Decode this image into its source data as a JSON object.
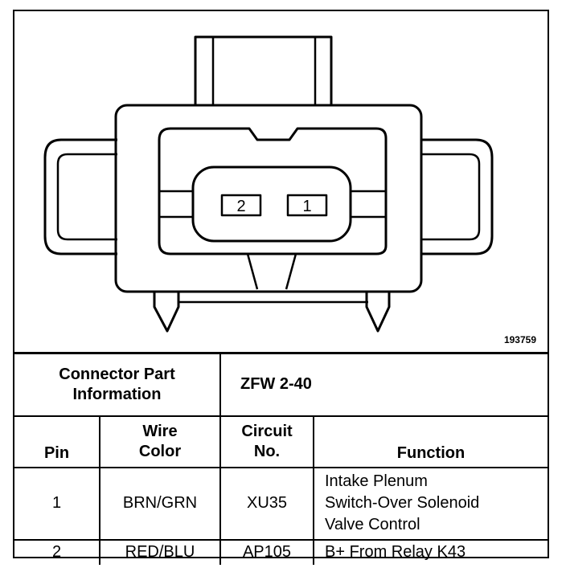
{
  "figure_id": "193759",
  "connector": {
    "pin_labels": [
      "2",
      "1"
    ]
  },
  "table": {
    "part_info_label": "Connector Part\nInformation",
    "part_info_value": "ZFW 2-40",
    "headers": {
      "pin": "Pin",
      "wire_color": "Wire\nColor",
      "circuit": "Circuit\nNo.",
      "function": "Function"
    },
    "rows": [
      {
        "pin": "1",
        "wire_color": "BRN/GRN",
        "circuit": "XU35",
        "function": "Intake Plenum\nSwitch-Over Solenoid\nValve Control"
      },
      {
        "pin": "2",
        "wire_color": "RED/BLU",
        "circuit": "AP105",
        "function": "B+ From Relay K43"
      }
    ]
  }
}
